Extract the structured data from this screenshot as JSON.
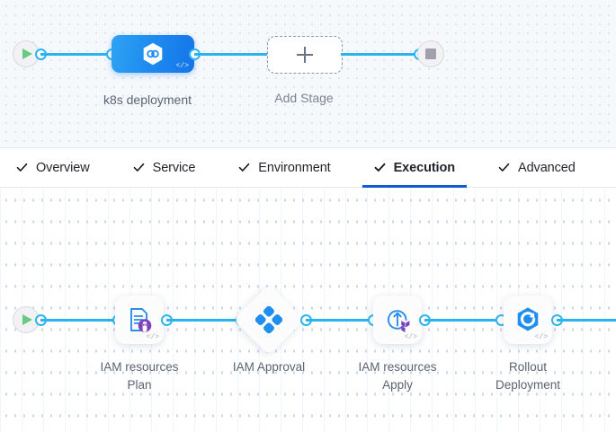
{
  "colors": {
    "accent_blue": "#0b5cd5",
    "link_blue": "#29b3ef",
    "node_blue": "#1f8ef1",
    "terraform_purple": "#7b42bc",
    "play_green": "#69c97e",
    "stop_gray": "#9ea1ad",
    "canvas_top_bg": "#f6f9fc",
    "canvas_bottom_bg": "#ffffff",
    "caption_text": "#5a6372"
  },
  "stage_canvas": {
    "start_node": {
      "icon": "play-icon"
    },
    "end_node": {
      "icon": "stop-icon"
    },
    "stages": [
      {
        "label": "k8s deployment",
        "icon": "kubernetes-hexagon-icon",
        "code_badge": "</>",
        "selected": true
      }
    ],
    "add_stage": {
      "label": "Add Stage",
      "icon": "plus-icon"
    }
  },
  "tabs": {
    "items": [
      {
        "label": "Overview",
        "icon": "check-icon",
        "active": false
      },
      {
        "label": "Service",
        "icon": "check-icon",
        "active": false
      },
      {
        "label": "Environment",
        "icon": "check-icon",
        "active": false
      },
      {
        "label": "Execution",
        "icon": "check-icon",
        "active": true
      },
      {
        "label": "Advanced",
        "icon": "check-icon",
        "active": false
      }
    ]
  },
  "execution_canvas": {
    "start_node": {
      "icon": "play-icon"
    },
    "steps": [
      {
        "label": "IAM resources\nPlan",
        "icon": "terraform-plan-icon",
        "shape": "rounded-square",
        "code_badge": "</>"
      },
      {
        "label": "IAM Approval",
        "icon": "harness-approval-icon",
        "shape": "diamond",
        "code_badge": ""
      },
      {
        "label": "IAM resources\nApply",
        "icon": "terraform-apply-icon",
        "shape": "rounded-square",
        "code_badge": "</>"
      },
      {
        "label": "Rollout\nDeployment",
        "icon": "rollout-hexagon-icon",
        "shape": "rounded-square",
        "code_badge": "</>"
      }
    ]
  }
}
